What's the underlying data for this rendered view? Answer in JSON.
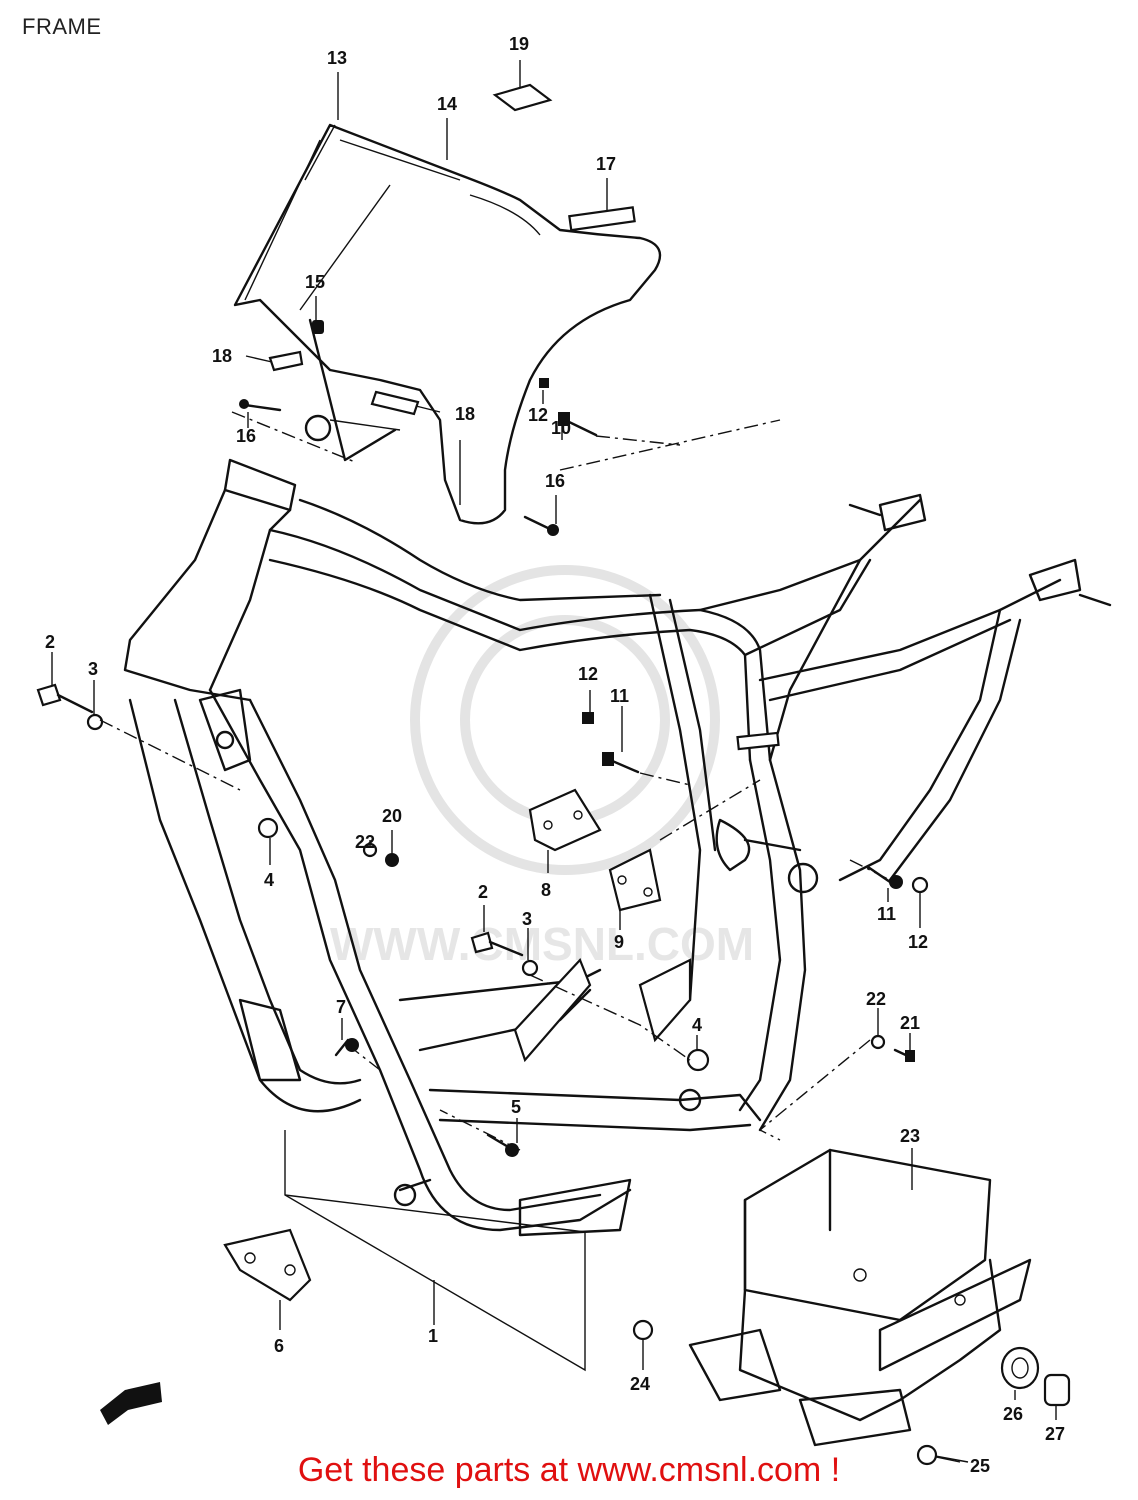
{
  "title": "FRAME",
  "watermark": "WWW.CMSNL.COM",
  "footer_text": "Get these parts at www.cmsnl.com !",
  "colors": {
    "footer": "#e01010",
    "lines": "#111111",
    "watermark": "#e4e4e4"
  },
  "callouts": [
    {
      "id": "callout-1",
      "label": "1"
    },
    {
      "id": "callout-2a",
      "label": "2"
    },
    {
      "id": "callout-2b",
      "label": "2"
    },
    {
      "id": "callout-3a",
      "label": "3"
    },
    {
      "id": "callout-3b",
      "label": "3"
    },
    {
      "id": "callout-4a",
      "label": "4"
    },
    {
      "id": "callout-4b",
      "label": "4"
    },
    {
      "id": "callout-5",
      "label": "5"
    },
    {
      "id": "callout-6",
      "label": "6"
    },
    {
      "id": "callout-7",
      "label": "7"
    },
    {
      "id": "callout-8",
      "label": "8"
    },
    {
      "id": "callout-9",
      "label": "9"
    },
    {
      "id": "callout-10",
      "label": "10"
    },
    {
      "id": "callout-11a",
      "label": "11"
    },
    {
      "id": "callout-11b",
      "label": "11"
    },
    {
      "id": "callout-12a",
      "label": "12"
    },
    {
      "id": "callout-12b",
      "label": "12"
    },
    {
      "id": "callout-12c",
      "label": "12"
    },
    {
      "id": "callout-13",
      "label": "13"
    },
    {
      "id": "callout-14",
      "label": "14"
    },
    {
      "id": "callout-15",
      "label": "15"
    },
    {
      "id": "callout-16a",
      "label": "16"
    },
    {
      "id": "callout-16b",
      "label": "16"
    },
    {
      "id": "callout-17",
      "label": "17"
    },
    {
      "id": "callout-18a",
      "label": "18"
    },
    {
      "id": "callout-18b",
      "label": "18"
    },
    {
      "id": "callout-19",
      "label": "19"
    },
    {
      "id": "callout-20",
      "label": "20"
    },
    {
      "id": "callout-21",
      "label": "21"
    },
    {
      "id": "callout-22a",
      "label": "22"
    },
    {
      "id": "callout-22b",
      "label": "22"
    },
    {
      "id": "callout-23",
      "label": "23"
    },
    {
      "id": "callout-24",
      "label": "24"
    },
    {
      "id": "callout-25",
      "label": "25"
    },
    {
      "id": "callout-26",
      "label": "26"
    },
    {
      "id": "callout-27",
      "label": "27"
    }
  ]
}
